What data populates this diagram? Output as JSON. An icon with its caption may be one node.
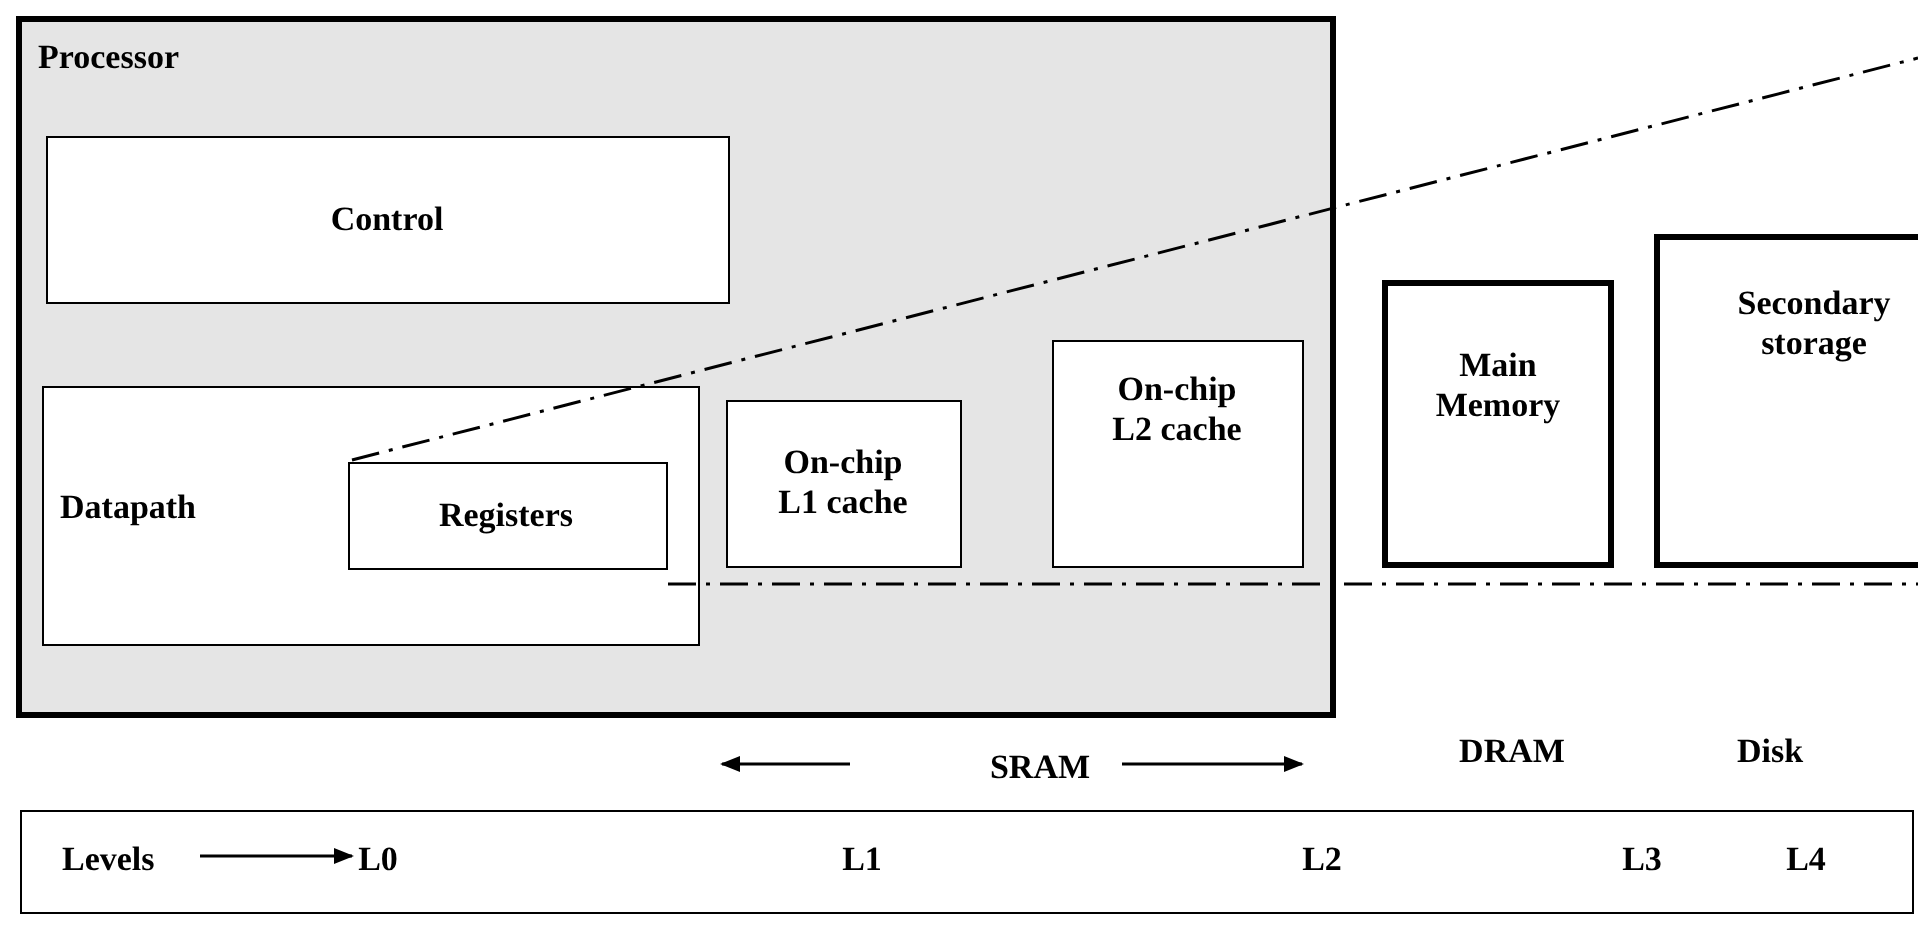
{
  "diagram": {
    "nodes": [
      {
        "text": [
          "Processor"
        ]
      },
      {
        "text": [
          "Control"
        ],
        "in": 0
      },
      {
        "text": [
          "Datapath"
        ],
        "in": 0
      },
      {
        "text": [
          "Registers"
        ],
        "in": 2
      },
      {
        "text": [
          "On-chip L1 cache"
        ],
        "in": 0
      },
      {
        "text": [
          "On-chip L2 cache"
        ],
        "in": 0
      },
      {
        "text": [
          "Main Memory"
        ]
      },
      {
        "text": [
          "Secondary storage"
        ]
      },
      {
        "text": [
          "Levels",
          "L0",
          "L1",
          "L2",
          "L3",
          "L4"
        ]
      }
    ],
    "labels": [
      "SRAM",
      "DRAM",
      "Disk"
    ]
  }
}
